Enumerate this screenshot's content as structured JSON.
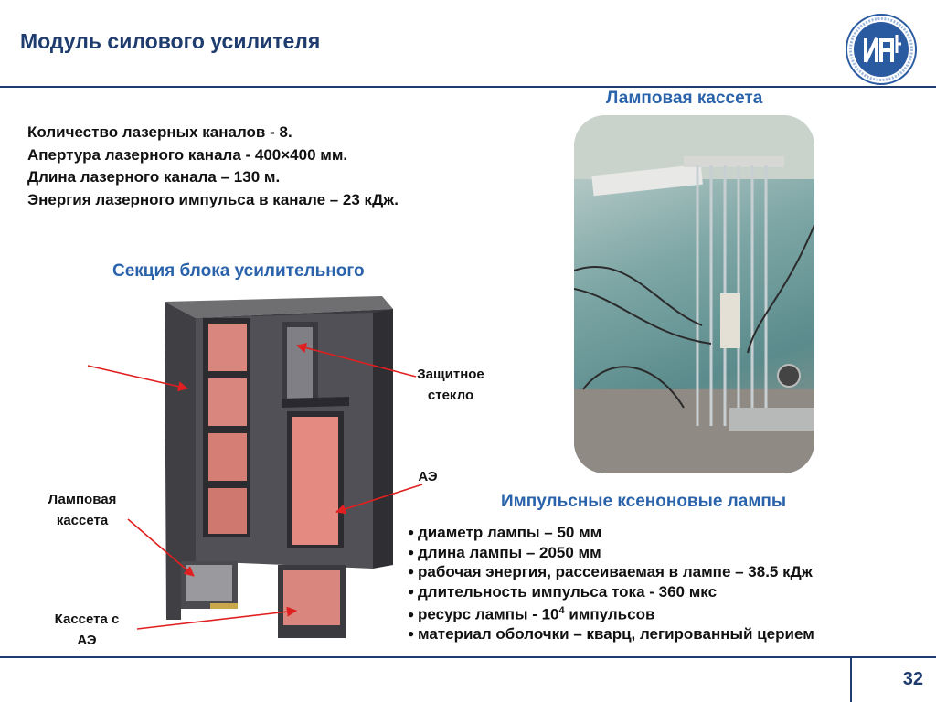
{
  "slide": {
    "title": "Модуль силового усилителя",
    "page_number": "32"
  },
  "logo": {
    "icon": "institute-logo-icon",
    "ring_text": "институт прикладной физики российской академии наук",
    "monogram": "ИПФ"
  },
  "specs": [
    "Количество лазерных каналов - 8.",
    "Апертура лазерного канала - 400×400 мм.",
    "Длина лазерного канала – 130 м.",
    "Энергия лазерного импульса в канале – 23 кДж."
  ],
  "section_heading": "Секция блока усилительного",
  "photo_heading": "Ламповая кассета",
  "callouts": {
    "protective_glass": [
      "Защитное",
      "стекло"
    ],
    "ae": "АЭ",
    "lamp_cassette": [
      "Ламповая",
      "кассета"
    ],
    "ae_cassette": [
      "Кассета с",
      "АЭ"
    ]
  },
  "lamps": {
    "heading": "Импульсные ксеноновые лампы",
    "items": [
      {
        "text": "диаметр лампы – 50 мм"
      },
      {
        "text": "длина лампы – 2050 мм"
      },
      {
        "text": "рабочая энергия, рассеиваемая в лампе – 38.5 кДж"
      },
      {
        "text": "длительность импульса тока - 360 мкс"
      },
      {
        "text": "ресурс лампы - 10",
        "sup": "4",
        "suffix": " импульсов"
      },
      {
        "text": "материал оболочки – кварц, легированный церием"
      }
    ]
  },
  "colors": {
    "title": "#1f3c6e",
    "heading": "#2a63ab",
    "arrow": "#e02020",
    "rule": "#1f3c6e"
  }
}
